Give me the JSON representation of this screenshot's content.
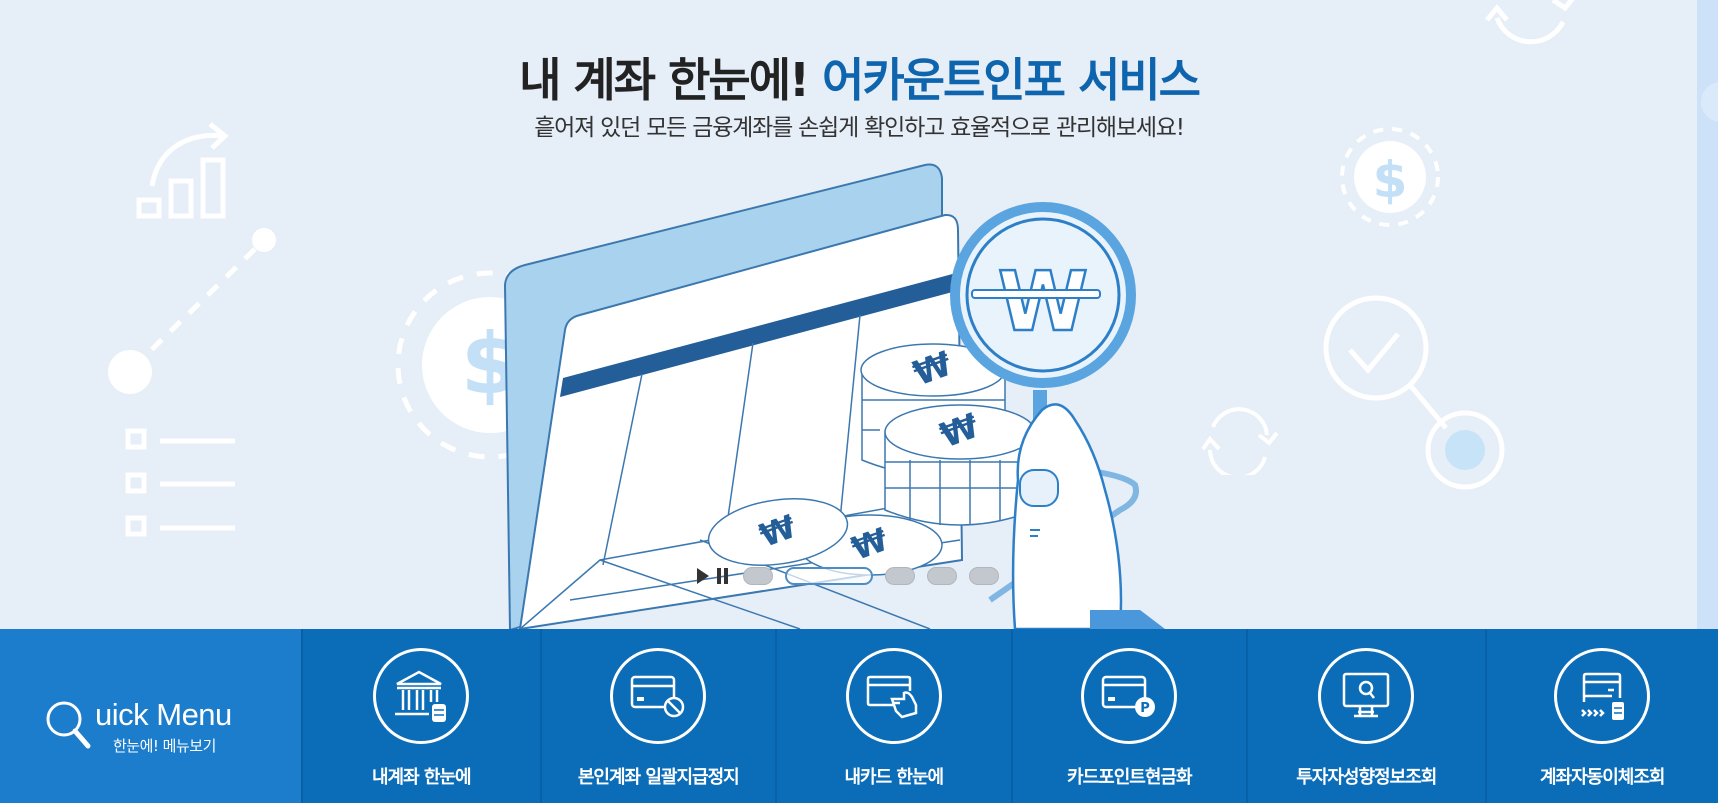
{
  "hero": {
    "headline_dark": "내 계좌 한눈에!",
    "headline_accent": "어카운트인포 서비스",
    "subline": "흩어져 있던 모든 금융계좌를 손쉽게 확인하고 효율적으로 관리해보세요!",
    "colors": {
      "background": "#e6eef8",
      "headline": "#222222",
      "accent": "#0e65ad"
    }
  },
  "carousel": {
    "play_icon": "play-icon",
    "pause_icon": "pause-icon",
    "slide_count": 5,
    "active_slide": 2
  },
  "quick_menu": {
    "title": "uick Menu",
    "title_icon": "magnifier-icon",
    "subtitle": "한눈에! 메뉴보기",
    "colors": {
      "title_cell": "#1b7dcc",
      "bar": "#0b6cb8"
    },
    "items": [
      {
        "label": "내계좌 한눈에",
        "icon": "bank-icon"
      },
      {
        "label": "본인계좌 일괄지급정지",
        "icon": "card-block-icon"
      },
      {
        "label": "내카드 한눈에",
        "icon": "card-hand-icon"
      },
      {
        "label": "카드포인트현금화",
        "icon": "card-point-icon"
      },
      {
        "label": "투자자성향정보조회",
        "icon": "monitor-search-icon"
      },
      {
        "label": "계좌자동이체조회",
        "icon": "auto-transfer-icon"
      }
    ]
  }
}
